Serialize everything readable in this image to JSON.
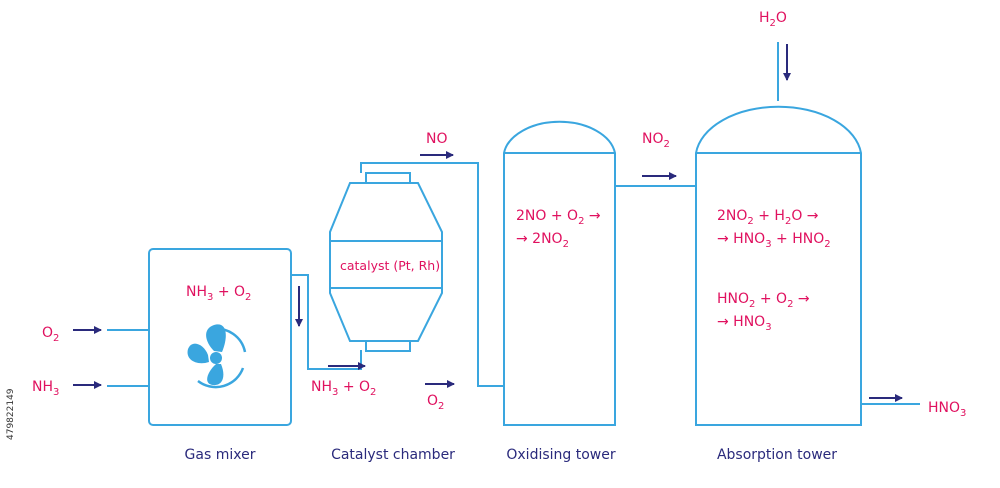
{
  "colors": {
    "outline": "#3aa6df",
    "arrow": "#2a2a7c",
    "formula": "#e0115f",
    "label": "#2a2a7c"
  },
  "labels": {
    "gas_mixer": "Gas mixer",
    "catalyst_chamber": "Catalyst chamber",
    "oxidising_tower": "Oxidising tower",
    "absorption_tower": "Absorption tower"
  },
  "catalyst_text": "catalyst (Pt, Rh)",
  "stock_id": "479822149",
  "icons": {
    "fan": "fan-icon"
  },
  "formulas": {
    "o2_in": {
      "a": "O",
      "a_sub": "2"
    },
    "nh3_in": {
      "a": "NH",
      "a_sub": "3"
    },
    "mixer": {
      "a": "NH",
      "a_sub": "3",
      "b": " + O",
      "b_sub": "2"
    },
    "to_catalyst": {
      "a": "NH",
      "a_sub": "3",
      "b": " + O",
      "b_sub": "2"
    },
    "no": {
      "a": "NO"
    },
    "o2_join": {
      "a": "O",
      "a_sub": "2"
    },
    "no2": {
      "a": "NO",
      "a_sub": "2"
    },
    "h2o": {
      "a": "H",
      "a_sub": "2",
      "b": "O"
    },
    "hno3_out": {
      "a": "HNO",
      "a_sub": "3"
    },
    "oxid_line1": {
      "a": "2NO + O",
      "a_sub": "2",
      "b": " →"
    },
    "oxid_line2": {
      "a": "→ 2NO",
      "a_sub": "2"
    },
    "abs1_line1": {
      "a": "2NO",
      "a_sub": "2",
      "b": " + H",
      "b_sub": "2",
      "c": "O →"
    },
    "abs1_line2": {
      "a": "→ HNO",
      "a_sub": "3",
      "b": " + HNO",
      "b_sub": "2"
    },
    "abs2_line1": {
      "a": "HNO",
      "a_sub": "2",
      "b": " + O",
      "b_sub": "2",
      "c": " →"
    },
    "abs2_line2": {
      "a": "→ HNO",
      "a_sub": "3"
    }
  }
}
